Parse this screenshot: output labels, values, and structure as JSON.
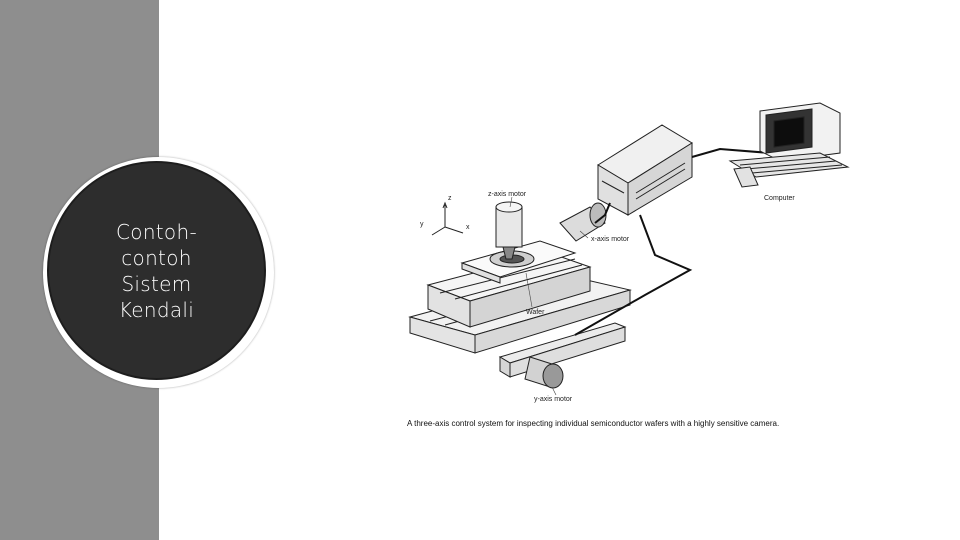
{
  "slide": {
    "title_lines": [
      "Contoh-",
      "contoh",
      "Sistem",
      "Kendali"
    ]
  },
  "figure": {
    "labels": {
      "z_motor": "z-axis motor",
      "x_motor": "x-axis motor",
      "y_motor": "y-axis motor",
      "wafer": "Wafer",
      "computer": "Computer",
      "axis_z": "z",
      "axis_x": "x",
      "axis_y": "y"
    },
    "caption": "A three-axis control system for inspecting individual semiconductor wafers with a highly sensitive camera."
  },
  "colors": {
    "side_band": "#8e8e8e",
    "circle_fill": "#2d2d2d",
    "title_text": "#ffffff"
  }
}
